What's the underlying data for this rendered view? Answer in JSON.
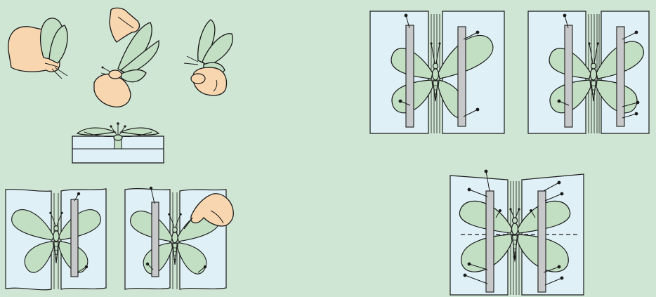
{
  "figure": {
    "background": "#d0e6d4",
    "board_color": "#dff0f6",
    "wing_color": "#c2dfc4",
    "strip_color": "#c7c8c9",
    "skin_color": "#f8d7b0",
    "line_color": "#1a1a1a",
    "steps": [
      {
        "id": "hold-wings-closed",
        "icons": [
          "hand-icon",
          "butterfly-icon"
        ]
      },
      {
        "id": "pinch-thorax",
        "icons": [
          "hand-icon",
          "butterfly-icon"
        ]
      },
      {
        "id": "hold-by-thorax",
        "icons": [
          "hand-icon",
          "butterfly-icon"
        ]
      },
      {
        "id": "pinned-on-board-side-view",
        "icons": [
          "spreading-board-icon",
          "butterfly-icon"
        ]
      },
      {
        "id": "pin-left-wings-with-strip",
        "icons": [
          "spreading-board-icon",
          "pin-icon",
          "paper-strip-icon"
        ]
      },
      {
        "id": "position-wings-with-hand",
        "icons": [
          "spreading-board-icon",
          "hand-icon",
          "paper-strip-icon"
        ]
      },
      {
        "id": "spread-left-wings",
        "icons": [
          "spreading-board-icon",
          "paper-strip-icon",
          "pin-icon"
        ]
      },
      {
        "id": "spread-both-sides",
        "icons": [
          "spreading-board-icon",
          "paper-strip-icon",
          "pin-icon"
        ]
      },
      {
        "id": "finished-spread-with-guide-line",
        "icons": [
          "spreading-board-icon",
          "dashed-guide-line",
          "pin-icon"
        ]
      }
    ]
  }
}
